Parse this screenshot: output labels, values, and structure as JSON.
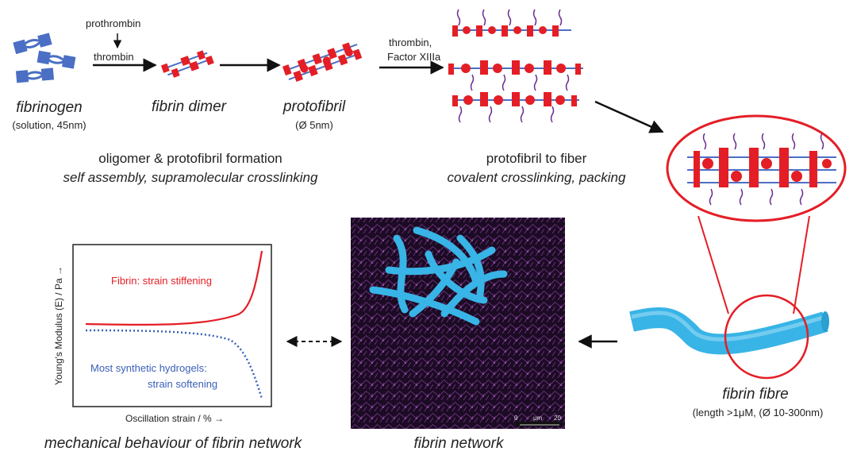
{
  "colors": {
    "fibrin_red": "#e41e26",
    "linker_blue": "#4a6fc4",
    "fibre_cyan": "#38b4e6",
    "coil_purple": "#6a2c91",
    "hydrogel_blue": "#3a5fb8",
    "network_bg": "#1c0b24"
  },
  "steps": {
    "fibrinogen": {
      "label": "fibrinogen",
      "note": "(solution, 45nm)"
    },
    "dimer": {
      "label": "fibrin dimer"
    },
    "protofibril": {
      "label": "protofibril",
      "note": "(Ø 5nm)"
    },
    "fibre": {
      "label": "fibrin fibre",
      "note": "(length >1μM, (Ø 10-300nm)"
    },
    "network": {
      "label": "fibrin network"
    }
  },
  "arrows": {
    "a1_top": "prothrombin",
    "a1_bottom": "thrombin",
    "a3_line1": "thrombin,",
    "a3_line2": "Factor XIIIa"
  },
  "stages": {
    "s1_title": "oligomer & protofibril formation",
    "s1_sub": "self assembly, supramolecular crosslinking",
    "s2_title": "protofibril to fiber",
    "s2_sub": "covalent crosslinking, packing"
  },
  "chart_data": {
    "type": "line",
    "title": "",
    "xlabel": "Oscillation strain / %",
    "ylabel": "Young's Modulus (E) / Pa",
    "series": [
      {
        "name": "Fibrin: strain stiffening",
        "trend": "increasing",
        "color": "#e41e26",
        "style": "solid"
      },
      {
        "name": "Most synthetic hydrogels: strain softening",
        "trend": "decreasing",
        "color": "#3a5fb8",
        "style": "dotted"
      }
    ],
    "grid": false
  },
  "chart_labels": {
    "fibrin_line1": "Fibrin: strain stiffening",
    "hydro_line1": "Most synthetic hydrogels:",
    "hydro_line2": "strain softening",
    "caption": "mechanical behaviour of fibrin network"
  },
  "scalebar": {
    "zero": "0",
    "unit": "μm",
    "max": "20"
  }
}
